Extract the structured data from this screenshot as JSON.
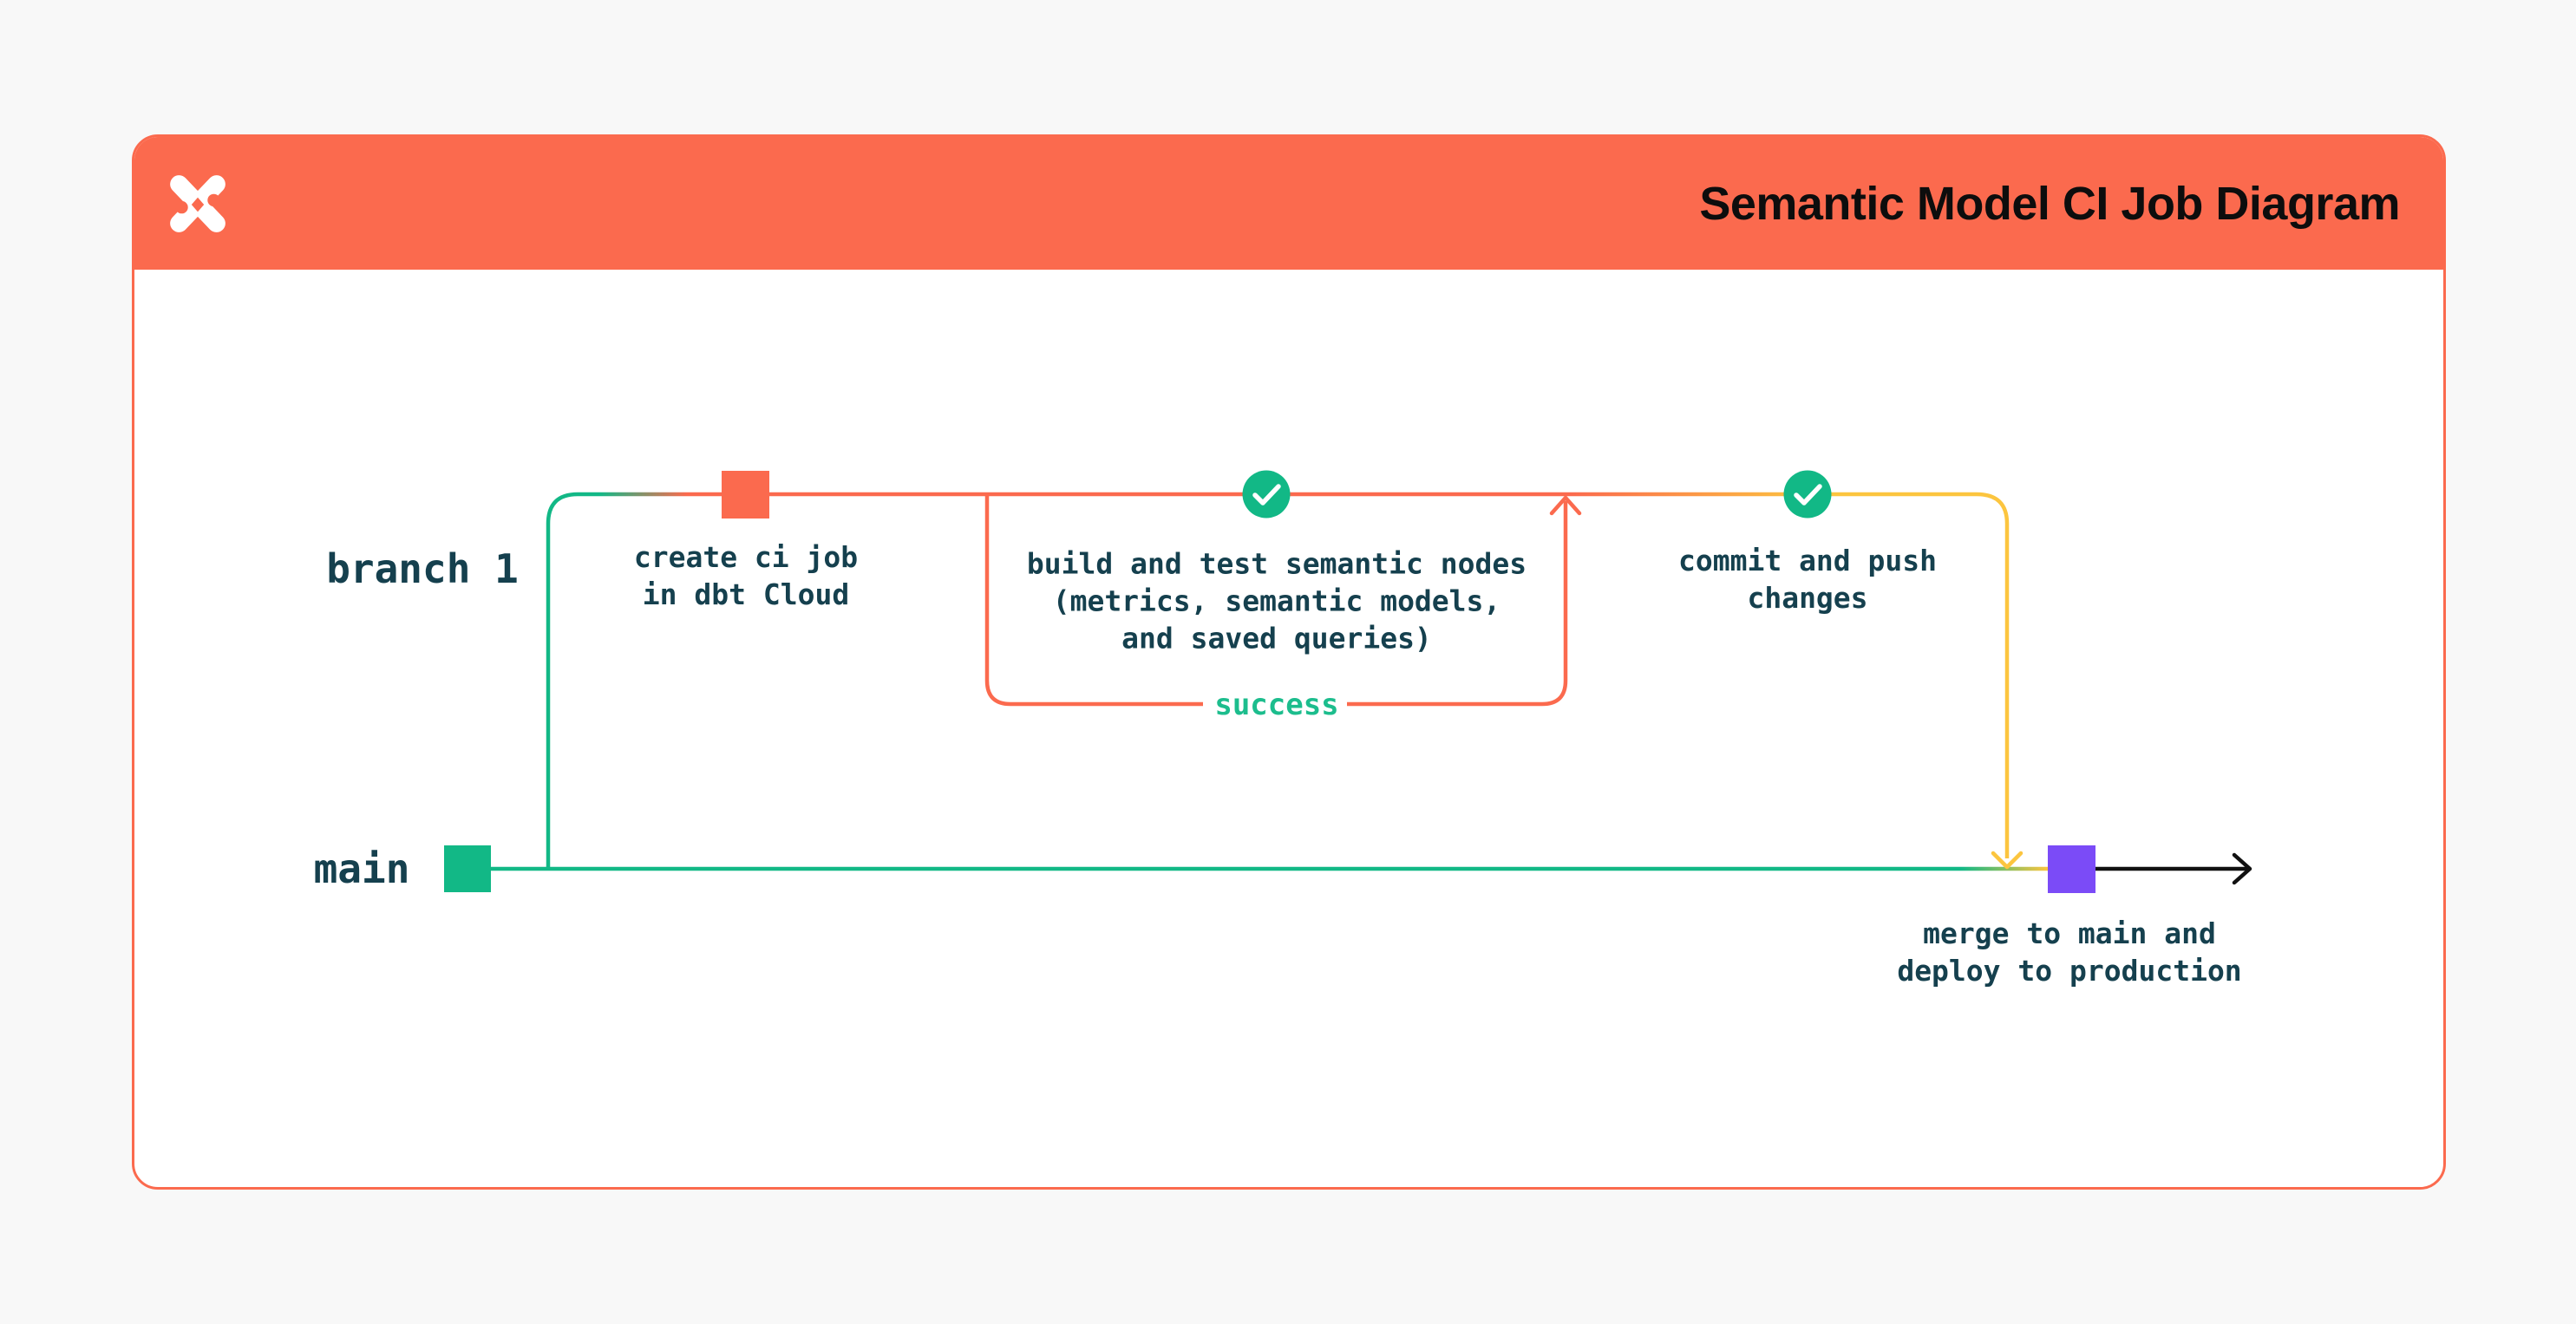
{
  "header": {
    "title": "Semantic Model CI Job Diagram",
    "logo": "dbt-logo",
    "background_color": "#fb6a4e"
  },
  "diagram": {
    "branches": {
      "branch1_label": "branch 1",
      "main_label": "main"
    },
    "nodes": {
      "create_ci_job": "create ci job\nin dbt Cloud",
      "build_and_test": "build and test semantic nodes\n(metrics, semantic models,\nand saved queries)",
      "success_label": "success",
      "commit_and_push": "commit and push\nchanges",
      "merge_and_deploy": "merge to main and\ndeploy to production"
    },
    "colors": {
      "coral": "#fb6a4e",
      "green": "#12b886",
      "yellow": "#fcc53f",
      "purple": "#7b4bf7",
      "text_teal": "#15404e",
      "success_green": "#1cbd8d",
      "arrow_black": "#111111"
    }
  }
}
